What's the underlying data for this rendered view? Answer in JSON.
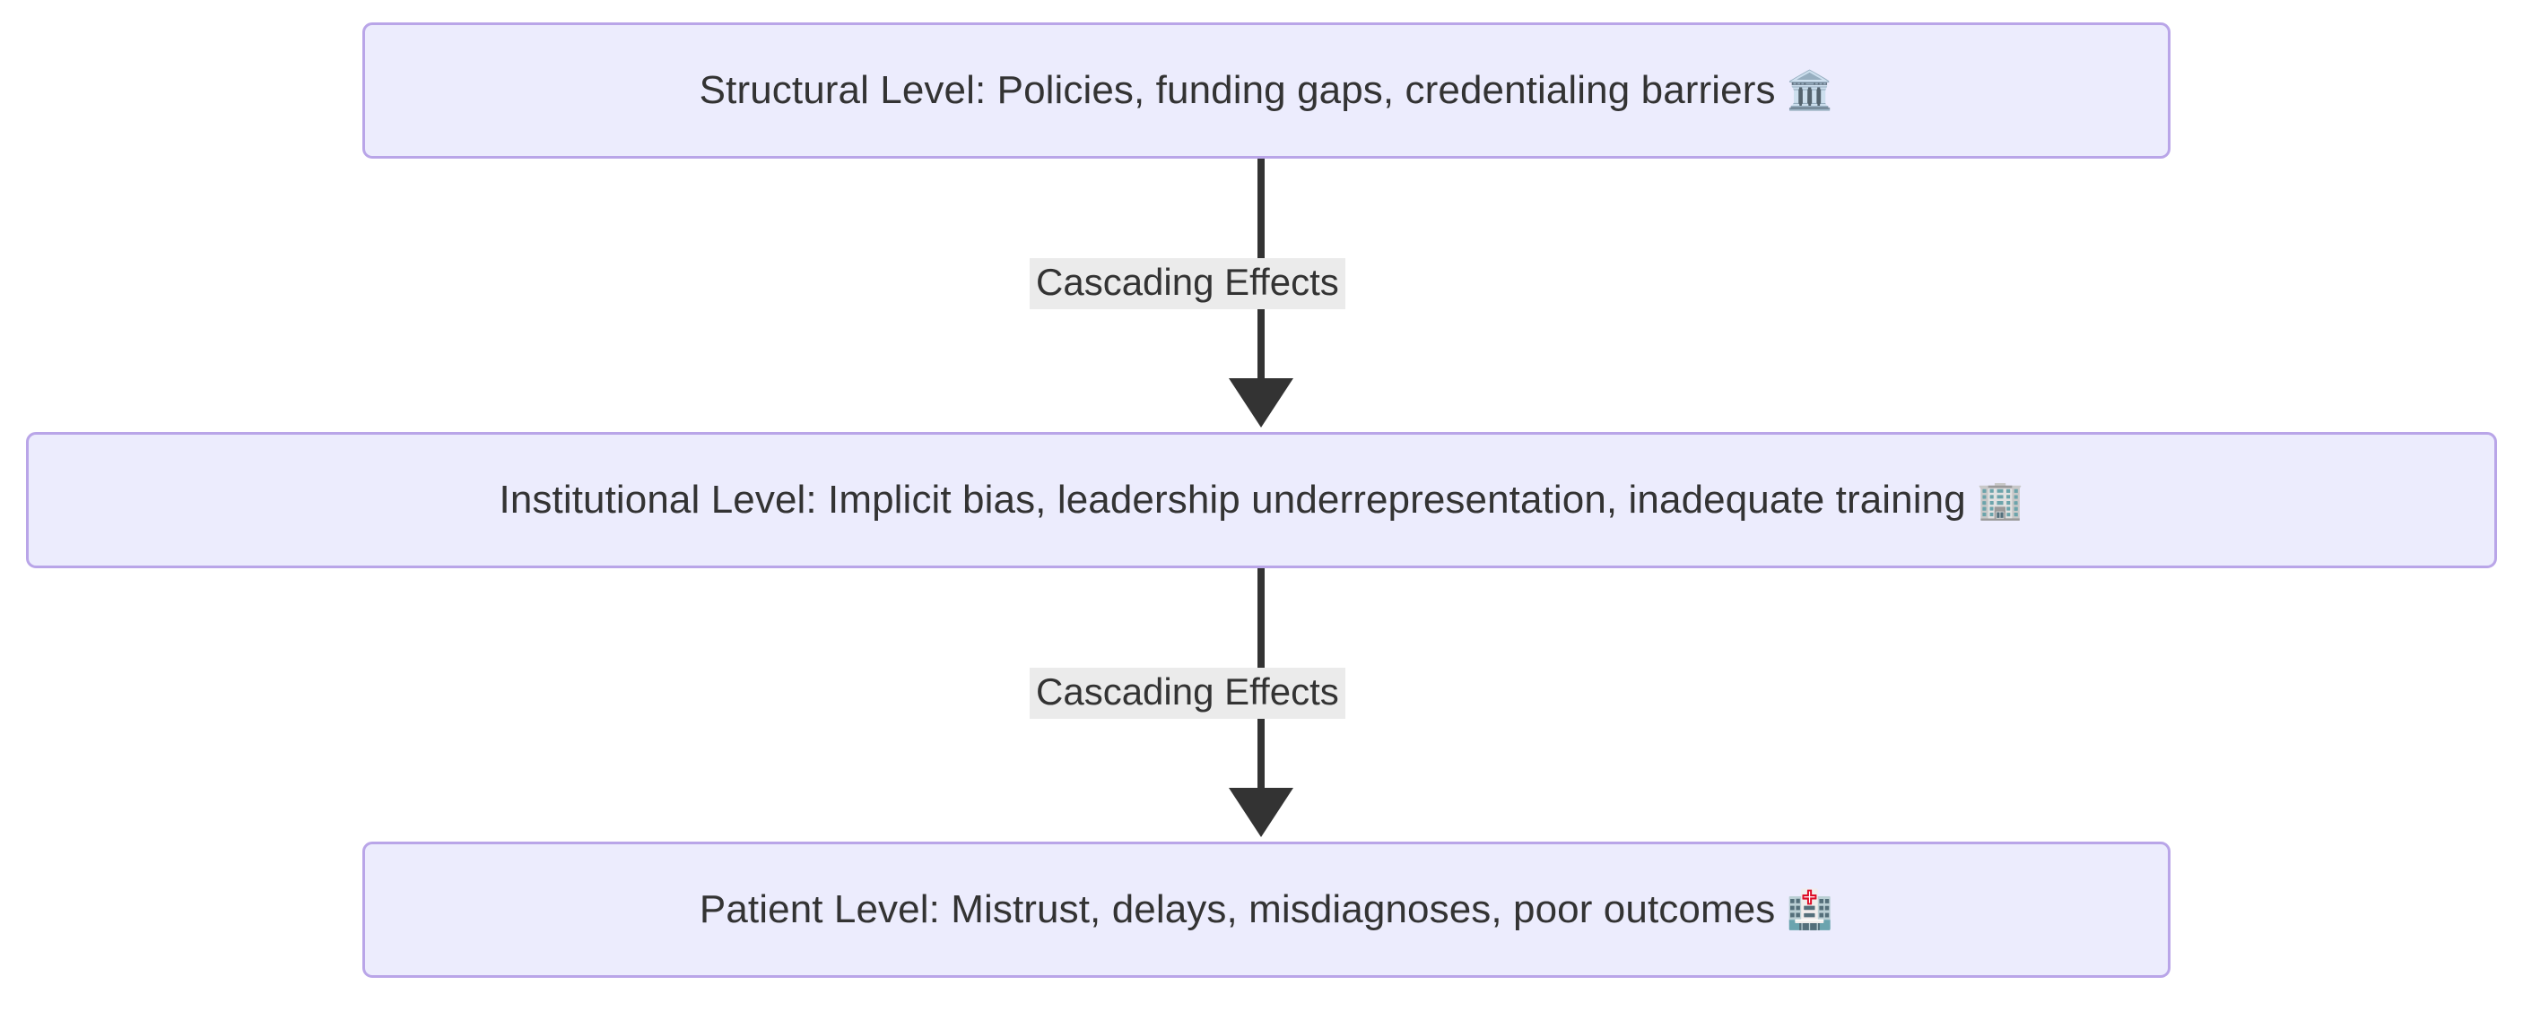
{
  "diagram": {
    "type": "flowchart",
    "direction": "top-down",
    "theme": {
      "node_fill": "#ececfd",
      "node_border": "#b9a5e8",
      "node_text": "#333333",
      "edge_stroke": "#333333",
      "edge_label_background": "#ebebeb",
      "edge_label_text": "#333333",
      "canvas_background": "#ffffff"
    },
    "nodes": [
      {
        "id": "structural",
        "label": "Structural Level: Policies, funding gaps, credentialing barriers ",
        "icon": "classical-building-emoji",
        "icon_glyph": "🏛️"
      },
      {
        "id": "institutional",
        "label": "Institutional Level: Implicit bias, leadership underrepresentation, inadequate training ",
        "icon": "office-building-emoji",
        "icon_glyph": "🏢"
      },
      {
        "id": "patient",
        "label": "Patient Level: Mistrust, delays, misdiagnoses, poor outcomes ",
        "icon": "hospital-emoji",
        "icon_glyph": "🏥"
      }
    ],
    "edges": [
      {
        "id": "edge-1",
        "from": "structural",
        "to": "institutional",
        "label": "Cascading Effects",
        "arrowhead": "filled-triangle"
      },
      {
        "id": "edge-2",
        "from": "institutional",
        "to": "patient",
        "label": "Cascading Effects",
        "arrowhead": "filled-triangle"
      }
    ]
  }
}
